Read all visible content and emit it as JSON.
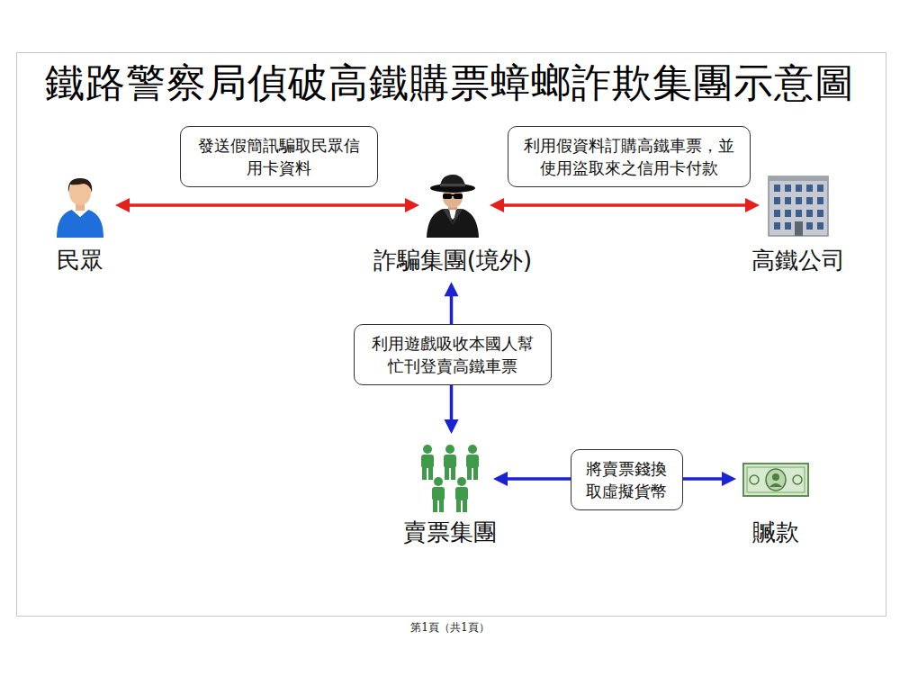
{
  "diagram": {
    "title": "鐵路警察局偵破高鐵購票蟑螂詐欺集團示意圖",
    "nodes": [
      {
        "text": [
          "民眾"
        ]
      },
      {
        "text": [
          "詐騙集團(境外)"
        ]
      },
      {
        "text": [
          "高鐵公司"
        ]
      },
      {
        "text": [
          "賣票集團"
        ]
      },
      {
        "text": [
          "贓款"
        ]
      }
    ],
    "edges": [
      {
        "from": 0,
        "to": 1,
        "arrow": "both",
        "label": "發送假簡訊騙取民眾信 用卡資料"
      },
      {
        "from": 1,
        "to": 2,
        "arrow": "both",
        "label": "利用假資料訂購高鐵車票，並 使用盜取來之信用卡付款"
      },
      {
        "from": 1,
        "to": 3,
        "arrow": "both",
        "label": "利用遊戲吸收本國人幫 忙刊登賣高鐵車票"
      },
      {
        "from": 3,
        "to": 4,
        "arrow": "both",
        "label": "將賣票錢換 取虛擬貨幣"
      }
    ],
    "labels": [
      "第1頁（共1頁）"
    ]
  }
}
